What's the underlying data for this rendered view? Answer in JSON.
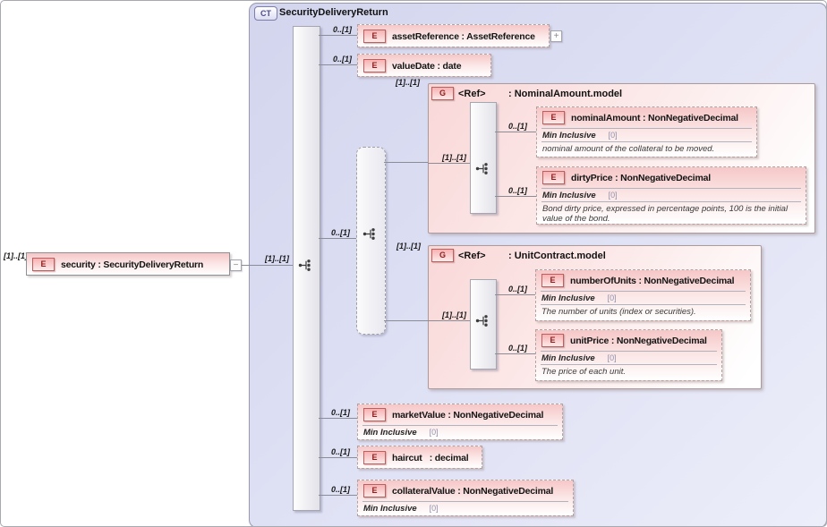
{
  "root_element": {
    "outer_cardinality": "[1]..[1]",
    "badge": "E",
    "label": "security : SecurityDeliveryReturn",
    "collapse_glyph": "−",
    "link_cardinality": "[1]..[1]"
  },
  "complex_type": {
    "badge": "CT",
    "title": "SecurityDeliveryReturn"
  },
  "children": {
    "assetReference": {
      "cardinality": "0..[1]",
      "badge": "E",
      "label": "assetReference : AssetReference",
      "expand_glyph": "+"
    },
    "valueDate": {
      "cardinality": "0..[1]",
      "badge": "E",
      "label": "valueDate : date"
    },
    "choice": {
      "cardinality": "0..[1]"
    },
    "marketValue": {
      "cardinality": "0..[1]",
      "badge": "E",
      "label": "marketValue : NonNegativeDecimal",
      "facet_name": "Min Inclusive",
      "facet_value": "[0]"
    },
    "haircut": {
      "cardinality": "0..[1]",
      "badge": "E",
      "label": "haircut   : decimal"
    },
    "collateralValue": {
      "cardinality": "0..[1]",
      "badge": "E",
      "label": "collateralValue : NonNegativeDecimal",
      "facet_name": "Min Inclusive",
      "facet_value": "[0]"
    }
  },
  "groups": {
    "nominal": {
      "cardinality": "[1]..[1]",
      "badge": "G",
      "name": "<Ref>",
      "type": ": NominalAmount.model",
      "inner_cardinality": "[1]..[1]",
      "nominalAmount": {
        "cardinality": "0..[1]",
        "badge": "E",
        "label": "nominalAmount : NonNegativeDecimal",
        "facet_name": "Min Inclusive",
        "facet_value": "[0]",
        "doc": "nominal amount of the collateral to be moved."
      },
      "dirtyPrice": {
        "cardinality": "0..[1]",
        "badge": "E",
        "label": "dirtyPrice : NonNegativeDecimal",
        "facet_name": "Min Inclusive",
        "facet_value": "[0]",
        "doc": "Bond dirty price, expressed in percentage points, 100 is the initial value of the bond."
      }
    },
    "unit": {
      "cardinality": "[1]..[1]",
      "badge": "G",
      "name": "<Ref>",
      "type": ": UnitContract.model",
      "inner_cardinality": "[1]..[1]",
      "numberOfUnits": {
        "cardinality": "0..[1]",
        "badge": "E",
        "label": "numberOfUnits : NonNegativeDecimal",
        "facet_name": "Min Inclusive",
        "facet_value": "[0]",
        "doc": "The number of units (index or securities)."
      },
      "unitPrice": {
        "cardinality": "0..[1]",
        "badge": "E",
        "label": "unitPrice : NonNegativeDecimal",
        "facet_name": "Min Inclusive",
        "facet_value": "[0]",
        "doc": "The price of each unit."
      }
    }
  }
}
